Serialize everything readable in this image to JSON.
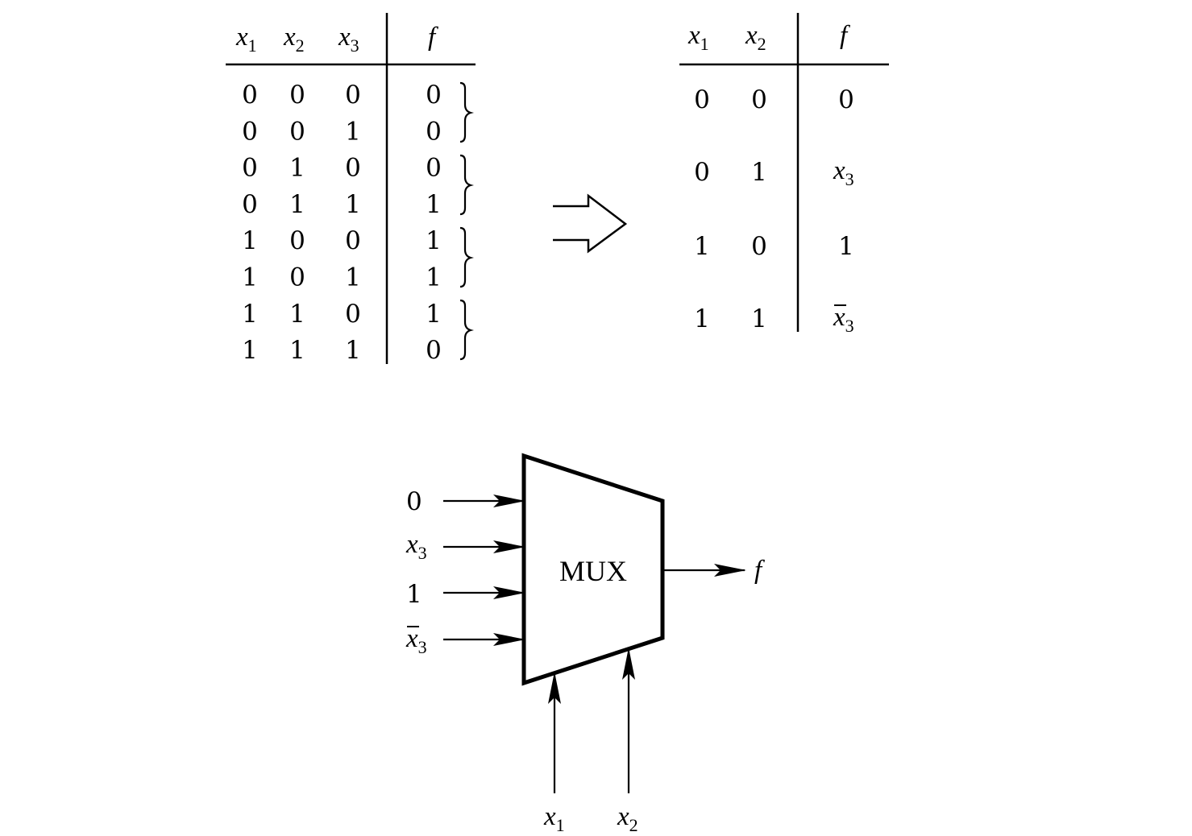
{
  "left_table": {
    "headers": [
      {
        "base": "x",
        "sub": "1"
      },
      {
        "base": "x",
        "sub": "2"
      },
      {
        "base": "x",
        "sub": "3"
      },
      {
        "base": "f",
        "sub": ""
      }
    ],
    "rows": [
      [
        "0",
        "0",
        "0",
        "0"
      ],
      [
        "0",
        "0",
        "1",
        "0"
      ],
      [
        "0",
        "1",
        "0",
        "0"
      ],
      [
        "0",
        "1",
        "1",
        "1"
      ],
      [
        "1",
        "0",
        "0",
        "1"
      ],
      [
        "1",
        "0",
        "1",
        "1"
      ],
      [
        "1",
        "1",
        "0",
        "1"
      ],
      [
        "1",
        "1",
        "1",
        "0"
      ]
    ]
  },
  "right_table": {
    "headers": [
      {
        "base": "x",
        "sub": "1"
      },
      {
        "base": "x",
        "sub": "2"
      },
      {
        "base": "f",
        "sub": ""
      }
    ],
    "rows": [
      {
        "x1": "0",
        "x2": "0",
        "f": {
          "base": "0",
          "sub": "",
          "bar": false
        }
      },
      {
        "x1": "0",
        "x2": "1",
        "f": {
          "base": "x",
          "sub": "3",
          "bar": false
        }
      },
      {
        "x1": "1",
        "x2": "0",
        "f": {
          "base": "1",
          "sub": "",
          "bar": false
        }
      },
      {
        "x1": "1",
        "x2": "1",
        "f": {
          "base": "x",
          "sub": "3",
          "bar": true
        }
      }
    ]
  },
  "mux": {
    "label": "MUX",
    "inputs": [
      {
        "base": "0",
        "sub": "",
        "bar": false
      },
      {
        "base": "x",
        "sub": "3",
        "bar": false
      },
      {
        "base": "1",
        "sub": "",
        "bar": false
      },
      {
        "base": "x",
        "sub": "3",
        "bar": true
      }
    ],
    "output": {
      "base": "f",
      "sub": ""
    },
    "selects": [
      {
        "base": "x",
        "sub": "1"
      },
      {
        "base": "x",
        "sub": "2"
      }
    ]
  }
}
